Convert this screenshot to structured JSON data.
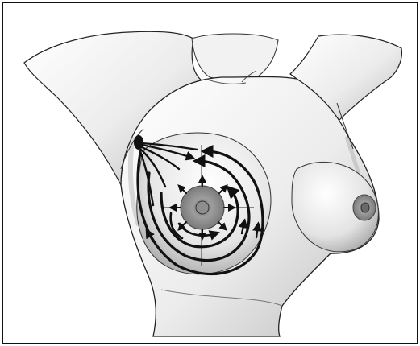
{
  "figure": {
    "subject": "female-torso-breast-lymphatic-drainage",
    "icon_names": [
      "torso-illustration",
      "lymph-node-icon",
      "drainage-arrow-icon",
      "crosshair-lines"
    ],
    "colors": {
      "frame": "#111111",
      "background": "#ffffff",
      "skin_light": "#f4f4f4",
      "skin_shadow": "#8a8a8a",
      "areola": "#9a9a9a",
      "nipple": "#5a5a5a",
      "lines": "#111111"
    }
  }
}
